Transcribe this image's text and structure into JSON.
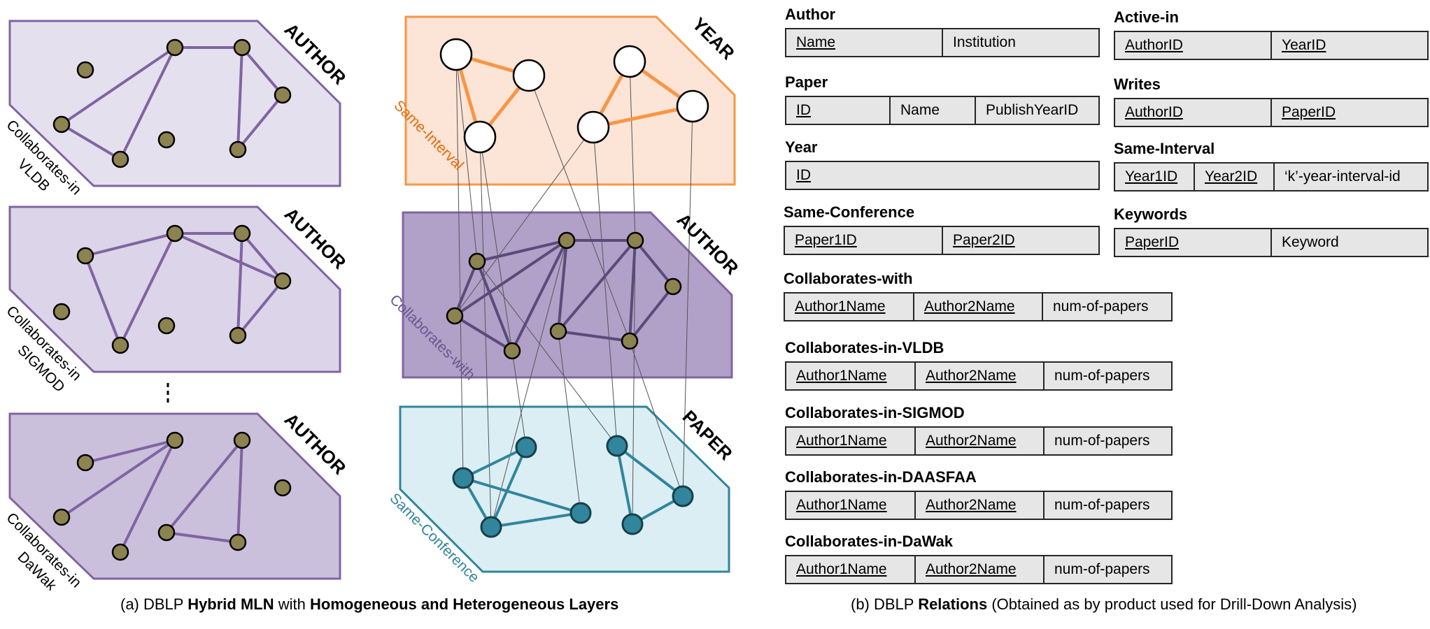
{
  "layers_left": [
    {
      "title": "AUTHOR",
      "label_lines": [
        "Collaborates-in",
        "VLDB"
      ]
    },
    {
      "title": "AUTHOR",
      "label_lines": [
        "Collaborates-in",
        "SIGMOD"
      ]
    },
    {
      "title": "AUTHOR",
      "label_lines": [
        "Collaborates-in",
        "DaWak"
      ]
    }
  ],
  "layers_right": [
    {
      "title": "YEAR",
      "label": "Same-Interval"
    },
    {
      "title": "AUTHOR",
      "label": "Collaborates-with"
    },
    {
      "title": "PAPER",
      "label": "Same-Conference"
    }
  ],
  "caption_left": {
    "pre": "(a) DBLP ",
    "b1": "Hybrid MLN",
    "mid": " with ",
    "b2": "Homogeneous and Heterogeneous Layers"
  },
  "caption_right": {
    "pre": "(b) DBLP ",
    "b1": "Relations",
    "post": " (Obtained as by product used for Drill-Down Analysis)"
  },
  "relations": [
    {
      "name": "Author",
      "fields": [
        {
          "label": "Name",
          "key": true
        },
        {
          "label": "Institution",
          "key": false
        }
      ]
    },
    {
      "name": "Active-in",
      "fields": [
        {
          "label": "AuthorID",
          "key": true
        },
        {
          "label": "YearID",
          "key": true
        }
      ]
    },
    {
      "name": "Paper",
      "fields": [
        {
          "label": "ID",
          "key": true
        },
        {
          "label": "Name",
          "key": false
        },
        {
          "label": "PublishYearID",
          "key": false
        }
      ]
    },
    {
      "name": "Writes",
      "fields": [
        {
          "label": "AuthorID",
          "key": true
        },
        {
          "label": "PaperID",
          "key": true
        }
      ]
    },
    {
      "name": "Year",
      "fields": [
        {
          "label": "ID",
          "key": true
        }
      ]
    },
    {
      "name": "Same-Interval",
      "fields": [
        {
          "label": "Year1ID",
          "key": true
        },
        {
          "label": "Year2ID",
          "key": true
        },
        {
          "label": "‘k’-year-interval-id",
          "key": false
        }
      ]
    },
    {
      "name": "Same-Conference",
      "fields": [
        {
          "label": "Paper1ID",
          "key": true
        },
        {
          "label": "Paper2ID",
          "key": true
        }
      ]
    },
    {
      "name": "Keywords",
      "fields": [
        {
          "label": "PaperID",
          "key": true
        },
        {
          "label": "Keyword",
          "key": false
        }
      ]
    },
    {
      "name": "Collaborates-with",
      "fields": [
        {
          "label": "Author1Name",
          "key": true
        },
        {
          "label": "Author2Name",
          "key": true
        },
        {
          "label": "num-of-papers",
          "key": false
        }
      ]
    },
    {
      "name": "Collaborates-in-VLDB",
      "fields": [
        {
          "label": "Author1Name",
          "key": true
        },
        {
          "label": "Author2Name",
          "key": true
        },
        {
          "label": "num-of-papers",
          "key": false
        }
      ]
    },
    {
      "name": "Collaborates-in-SIGMOD",
      "fields": [
        {
          "label": "Author1Name",
          "key": true
        },
        {
          "label": "Author2Name",
          "key": true
        },
        {
          "label": "num-of-papers",
          "key": false
        }
      ]
    },
    {
      "name": "Collaborates-in-DAASFAA",
      "fields": [
        {
          "label": "Author1Name",
          "key": true
        },
        {
          "label": "Author2Name",
          "key": true
        },
        {
          "label": "num-of-papers",
          "key": false
        }
      ]
    },
    {
      "name": "Collaborates-in-DaWak",
      "fields": [
        {
          "label": "Author1Name",
          "key": true
        },
        {
          "label": "Author2Name",
          "key": true
        },
        {
          "label": "num-of-papers",
          "key": false
        }
      ]
    }
  ],
  "colors": {
    "author_edge": "#8064a2",
    "author_node": "#8c8351",
    "year_edge": "#f79646",
    "year_fill": "#fce4d6",
    "collab_fill": "#b1a0c7",
    "collab_edge": "#5b4a7a",
    "paper_edge": "#31859c",
    "paper_node": "#31859c",
    "paper_fill": "#dbeef4"
  }
}
